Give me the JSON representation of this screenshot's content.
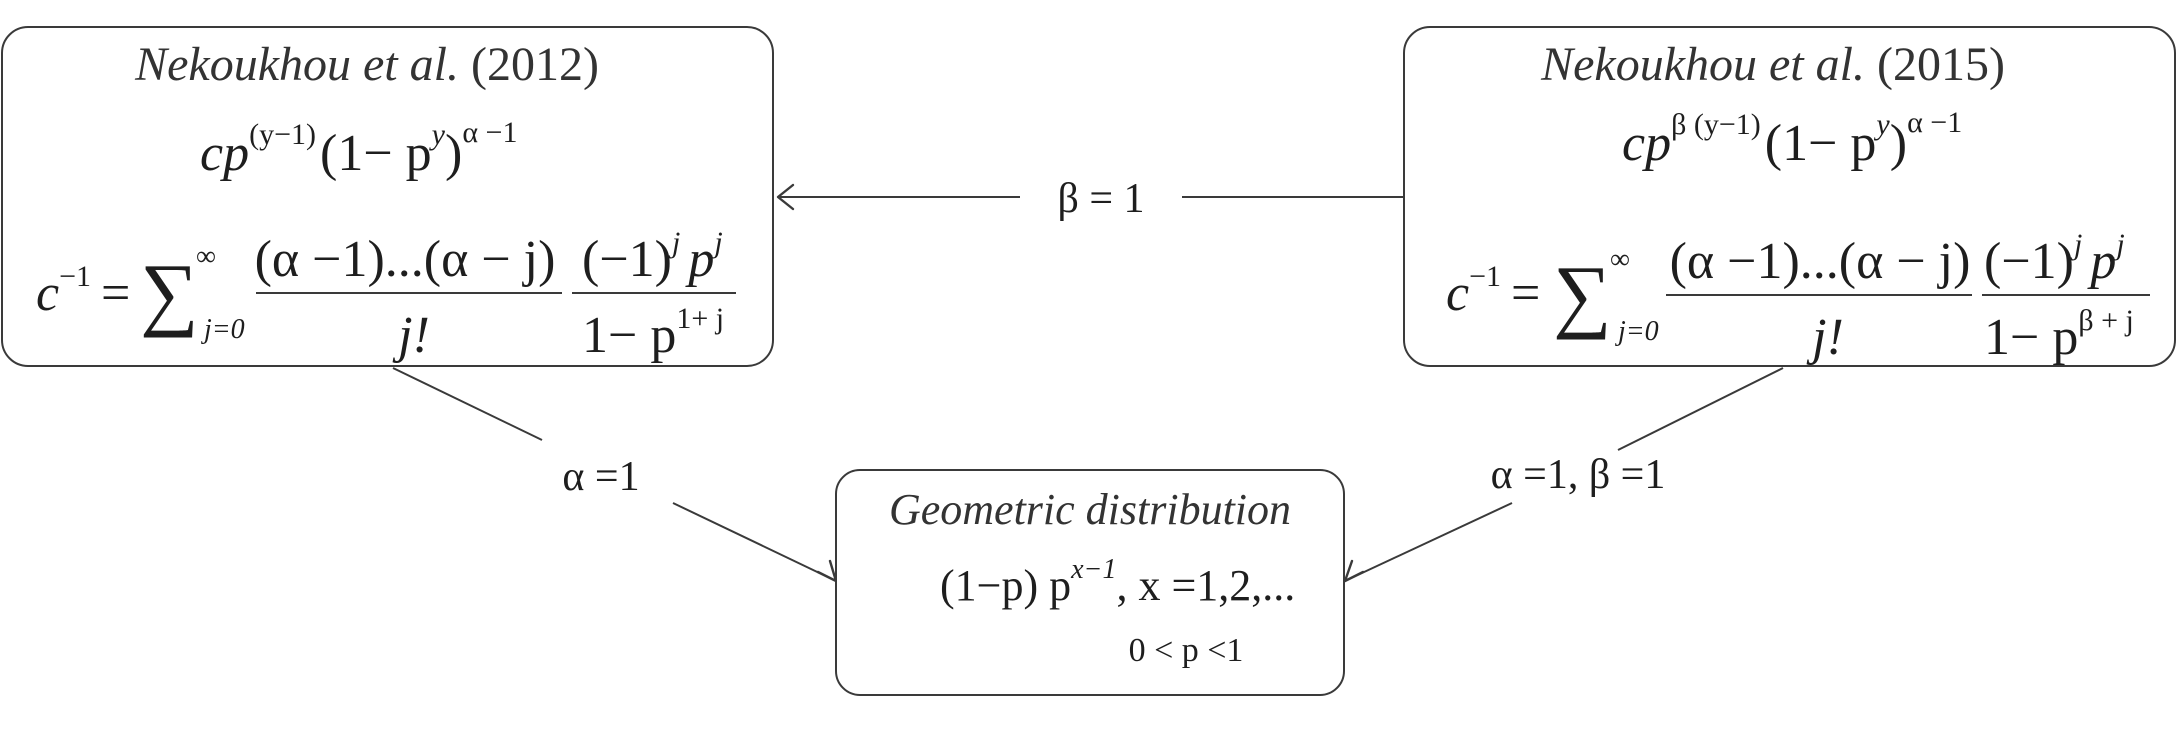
{
  "nodes": {
    "left": {
      "title_name": "Nekoukhou et al.",
      "title_year": "(2012)",
      "pmf": {
        "base": "cp",
        "exp1": "(y−1)",
        "factor": "(1− p",
        "exp2": "y",
        "close": ")",
        "exp3": "α −1"
      },
      "norm": {
        "lhs": "c",
        "lhs_exp": "−1",
        "eq": "=",
        "sum_sym": "∑",
        "sum_sup": "∞",
        "sum_sub": "j=0",
        "frac1_num": "(α −1)...(α − j)",
        "frac1_den": "j!",
        "frac2_num": "(−1)",
        "frac2_num_exp1": "j",
        "frac2_num_p": "p",
        "frac2_num_exp2": "j",
        "frac2_den": "1− p",
        "frac2_den_exp": "1+ j"
      }
    },
    "right": {
      "title_name": "Nekoukhou et al.",
      "title_year": "(2015)",
      "pmf": {
        "base": "cp",
        "exp1": "β (y−1)",
        "factor": "(1− p",
        "exp2": "y",
        "close": ")",
        "exp3": "α −1"
      },
      "norm": {
        "lhs": "c",
        "lhs_exp": "−1",
        "eq": "=",
        "sum_sym": "∑",
        "sum_sup": "∞",
        "sum_sub": "j=0",
        "frac1_num": "(α −1)...(α − j)",
        "frac1_den": "j!",
        "frac2_num": "(−1)",
        "frac2_num_exp1": "j",
        "frac2_num_p": "p",
        "frac2_num_exp2": "j",
        "frac2_den": "1− p",
        "frac2_den_exp": "β + j"
      }
    },
    "bottom": {
      "title": "Geometric distribution",
      "pmf": {
        "part1": "(1−p) p",
        "exp": "x−1",
        "part2": ", x =1,2,..."
      },
      "constraint": "0 < p <1"
    }
  },
  "edges": {
    "right_to_left": "β = 1",
    "left_to_bottom": "α =1",
    "right_to_bottom": "α =1, β =1"
  }
}
